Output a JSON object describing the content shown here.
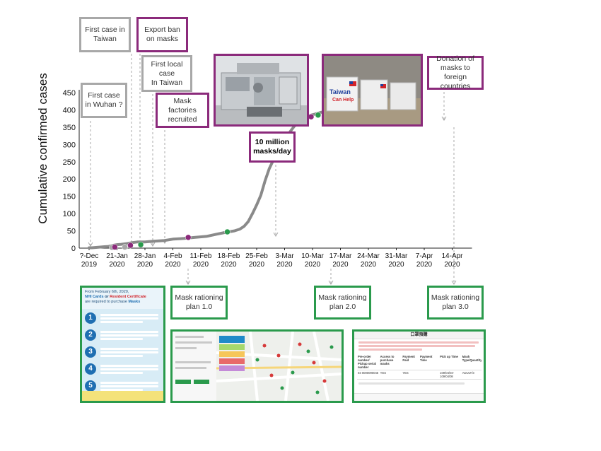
{
  "chart_data": {
    "type": "line",
    "ylabel": "Cumulative confirmed cases",
    "xlabel": "",
    "ylim": [
      0,
      450
    ],
    "yticks": [
      0,
      50,
      100,
      150,
      200,
      250,
      300,
      350,
      400,
      450
    ],
    "xticks": [
      {
        "line1": "?-Dec",
        "line2": "2019"
      },
      {
        "line1": "21-Jan",
        "line2": "2020"
      },
      {
        "line1": "28-Jan",
        "line2": "2020"
      },
      {
        "line1": "4-Feb",
        "line2": "2020"
      },
      {
        "line1": "11-Feb",
        "line2": "2020"
      },
      {
        "line1": "18-Feb",
        "line2": "2020"
      },
      {
        "line1": "25-Feb",
        "line2": "2020"
      },
      {
        "line1": "3-Mar",
        "line2": "2020"
      },
      {
        "line1": "10-Mar",
        "line2": "2020"
      },
      {
        "line1": "17-Mar",
        "line2": "2020"
      },
      {
        "line1": "24-Mar",
        "line2": "2020"
      },
      {
        "line1": "31-Mar",
        "line2": "2020"
      },
      {
        "line1": "7-Apr",
        "line2": "2020"
      },
      {
        "line1": "14-Apr",
        "line2": "2020"
      }
    ],
    "series": [
      {
        "color": "#8a8a8a",
        "points": [
          [
            0,
            1
          ],
          [
            0.1,
            1
          ],
          [
            0.25,
            2
          ],
          [
            0.4,
            3
          ],
          [
            0.55,
            4
          ],
          [
            0.7,
            5
          ],
          [
            0.85,
            8
          ],
          [
            1.0,
            10
          ],
          [
            1.15,
            11
          ],
          [
            1.35,
            13
          ],
          [
            1.55,
            16
          ],
          [
            1.75,
            18
          ],
          [
            2.0,
            18
          ],
          [
            2.3,
            20
          ],
          [
            2.7,
            22
          ],
          [
            3.0,
            26
          ],
          [
            3.4,
            28
          ],
          [
            3.8,
            31
          ],
          [
            4.2,
            34
          ],
          [
            4.55,
            40
          ],
          [
            4.85,
            45
          ],
          [
            5.0,
            47
          ],
          [
            5.2,
            50
          ],
          [
            5.4,
            55
          ],
          [
            5.55,
            63
          ],
          [
            5.7,
            77
          ],
          [
            5.85,
            100
          ],
          [
            6.0,
            125
          ],
          [
            6.15,
            153
          ],
          [
            6.3,
            195
          ],
          [
            6.45,
            230
          ],
          [
            6.6,
            255
          ],
          [
            6.75,
            280
          ],
          [
            6.9,
            300
          ],
          [
            7.05,
            317
          ],
          [
            7.2,
            337
          ],
          [
            7.35,
            353
          ],
          [
            7.5,
            363
          ],
          [
            7.65,
            373
          ],
          [
            7.8,
            380
          ],
          [
            7.95,
            385
          ],
          [
            8.1,
            388
          ],
          [
            8.3,
            393
          ],
          [
            8.5,
            395
          ],
          [
            8.75,
            398
          ]
        ]
      }
    ],
    "markers": [
      {
        "x": 0.82,
        "y": 2,
        "color": "#a8a8a8"
      },
      {
        "x": 0.92,
        "y": 3,
        "color": "#8b2a7b"
      },
      {
        "x": 1.28,
        "y": 3,
        "color": "#a8a8a8"
      },
      {
        "x": 1.48,
        "y": 8,
        "color": "#8b2a7b"
      },
      {
        "x": 1.85,
        "y": 10,
        "color": "#2a9a4c"
      },
      {
        "x": 3.55,
        "y": 31,
        "color": "#8b2a7b"
      },
      {
        "x": 4.95,
        "y": 47,
        "color": "#2a9a4c"
      },
      {
        "x": 7.95,
        "y": 380,
        "color": "#8b2a7b"
      },
      {
        "x": 8.2,
        "y": 385,
        "color": "#2a9a4c"
      }
    ]
  },
  "annotations": {
    "first_case_wuhan": {
      "line1": "First case",
      "line2": "in Wuhan ?"
    },
    "first_case_taiwan": {
      "line1": "First case in",
      "line2": "Taiwan"
    },
    "export_ban": {
      "line1": "Export ban",
      "line2": "on masks"
    },
    "first_local_case": {
      "line1": "First local",
      "line2": "case",
      "line3": "In Taiwan"
    },
    "mask_factories": {
      "line1": "Mask",
      "line2": "factories",
      "line3": "recruited"
    },
    "ten_million": {
      "line1": "10 million",
      "line2": "masks/day"
    },
    "donation": {
      "line1": "Donation of",
      "line2": "masks to foreign",
      "line3": "countries"
    },
    "plan1": {
      "line1": "Mask rationing",
      "line2": "plan 1.0"
    },
    "plan2": {
      "line1": "Mask rationing",
      "line2": "plan 2.0"
    },
    "plan3": {
      "line1": "Mask rationing",
      "line2": "plan 3.0"
    }
  },
  "photos": {
    "factory": {
      "color": "#c9ccd0"
    },
    "warehouse": {
      "color": "#c9b08a",
      "text1": "Taiwan",
      "text2": "Can Help"
    }
  },
  "plan1_panel": {
    "date": "From February 6th, 2020,",
    "title1": "NHI Cards",
    "title_or": " or ",
    "title2": "Resident Certificate",
    "title3": "are required to purchase",
    "title4": "Masks",
    "steps": [
      "1",
      "2",
      "3",
      "4",
      "5"
    ]
  },
  "plan3_panel": {
    "title": "口罩預購",
    "headers": [
      "Pre-order number/ Pickup serial number",
      "Access to purchase masks",
      "Payment Paid",
      "Payment Time",
      "Pick up Time",
      "Mask Type/Quantity"
    ],
    "row": [
      "03",
      "0000090045",
      "YES",
      "YES",
      "109/04/04-109/04/08",
      "ADULT/3"
    ]
  }
}
